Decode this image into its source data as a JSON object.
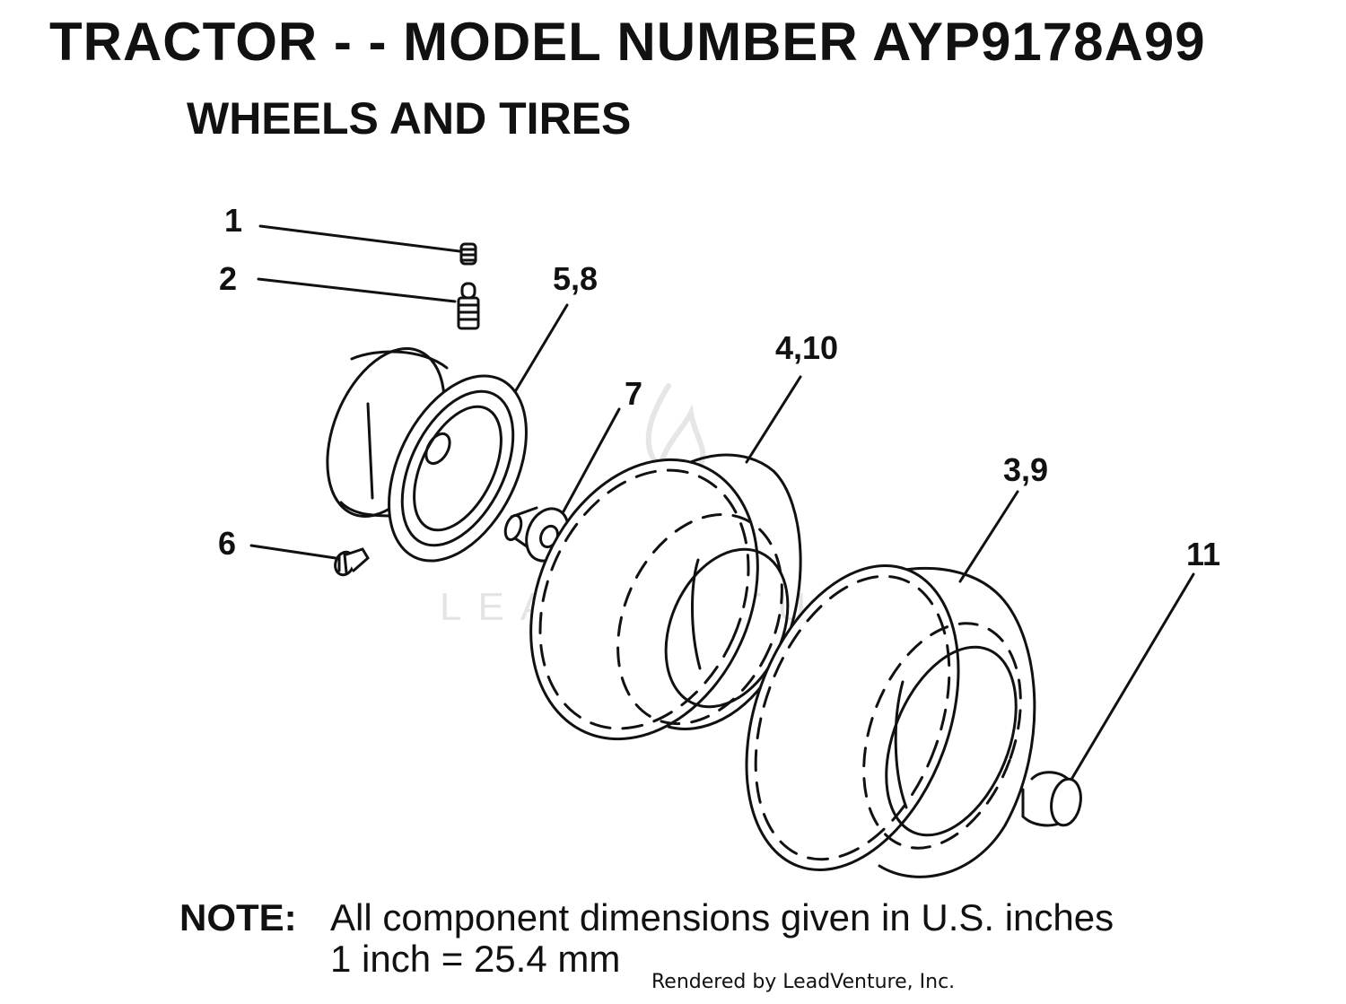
{
  "header": {
    "title": "TRACTOR - - MODEL NUMBER AYP9178A99",
    "subtitle": "WHEELS AND TIRES"
  },
  "callouts": {
    "c1": "1",
    "c2": "2",
    "c58": "5,8",
    "c410": "4,10",
    "c7": "7",
    "c39": "3,9",
    "c6": "6",
    "c11": "11"
  },
  "watermark": {
    "text": "LEADVENTURE"
  },
  "note": {
    "label": "NOTE:",
    "line1": "All component dimensions given in U.S. inches",
    "line2": "1 inch = 25.4 mm"
  },
  "footer": {
    "credit": "Rendered by LeadVenture, Inc."
  },
  "colors": {
    "ink": "#111111",
    "watermark": "#e4e4e4",
    "background": "#ffffff"
  }
}
